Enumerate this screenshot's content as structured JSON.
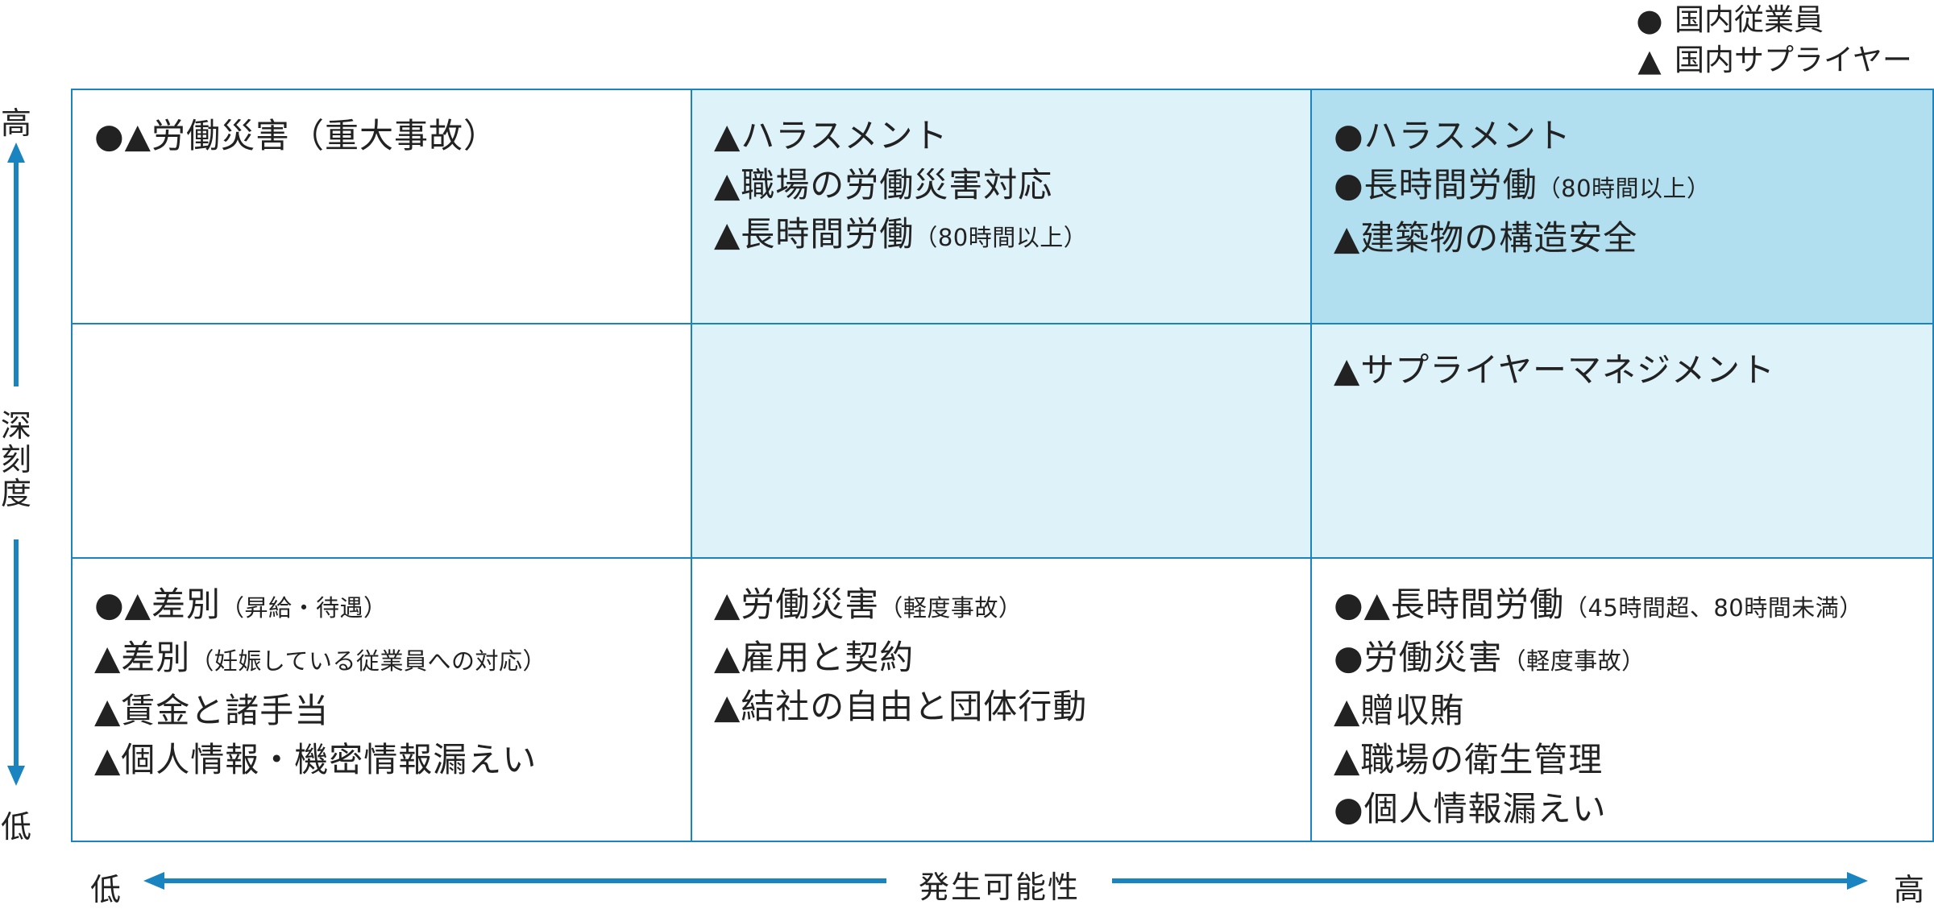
{
  "legend": [
    {
      "symbol": "●",
      "label": "国内従業員"
    },
    {
      "symbol": "▲",
      "label": "国内サプライヤー"
    }
  ],
  "axes": {
    "vertical": {
      "high": "高",
      "low": "低",
      "label": [
        "深",
        "刻",
        "度"
      ]
    },
    "horizontal": {
      "high": "高",
      "low": "低",
      "label": "発生可能性"
    }
  },
  "colors": {
    "border": "#1a84c0",
    "light_cell": "#def2f9",
    "dark_cell": "#b1dfef",
    "arrow": "#1a84c0"
  },
  "cells": {
    "r1c1": [
      {
        "text": "●▲労働災害（重大事故）",
        "note": ""
      }
    ],
    "r1c2": [
      {
        "text": "▲ハラスメント",
        "note": ""
      },
      {
        "text": "▲職場の労働災害対応",
        "note": ""
      },
      {
        "text": "▲長時間労働",
        "note": "（80時間以上）"
      }
    ],
    "r1c3": [
      {
        "text": "●ハラスメント",
        "note": ""
      },
      {
        "text": "●長時間労働",
        "note": "（80時間以上）"
      },
      {
        "text": "▲建築物の構造安全",
        "note": ""
      }
    ],
    "r2c1": [],
    "r2c2": [],
    "r2c3": [
      {
        "text": "▲サプライヤーマネジメント",
        "note": ""
      }
    ],
    "r3c1": [
      {
        "text": "●▲差別",
        "note": "（昇給・待遇）"
      },
      {
        "text": "▲差別",
        "note": "（妊娠している従業員への対応）"
      },
      {
        "text": "▲賃金と諸手当",
        "note": ""
      },
      {
        "text": "▲個人情報・機密情報漏えい",
        "note": ""
      }
    ],
    "r3c2": [
      {
        "text": "▲労働災害",
        "note": "（軽度事故）"
      },
      {
        "text": "▲雇用と契約",
        "note": ""
      },
      {
        "text": "▲結社の自由と団体行動",
        "note": ""
      }
    ],
    "r3c3": [
      {
        "text": "●▲長時間労働",
        "note": "（45時間超、80時間未満）"
      },
      {
        "text": "●労働災害",
        "note": "（軽度事故）"
      },
      {
        "text": "▲贈収賄",
        "note": ""
      },
      {
        "text": "▲職場の衛生管理",
        "note": ""
      },
      {
        "text": "●個人情報漏えい",
        "note": ""
      }
    ]
  }
}
